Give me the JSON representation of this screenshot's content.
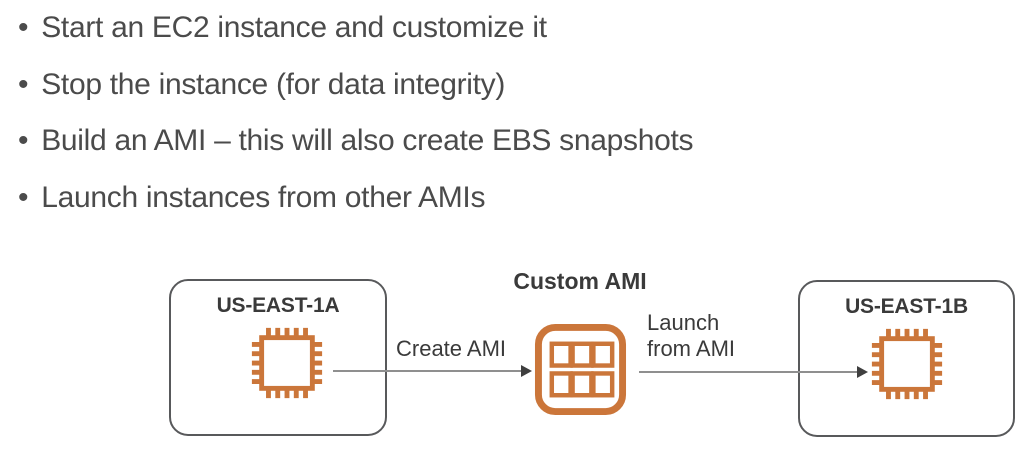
{
  "slide": {
    "bullets": [
      "Start an EC2 instance and customize it",
      "Stop the instance (for data integrity)",
      "Build an AMI – this will also create EBS snapshots",
      "Launch instances from other AMIs"
    ],
    "bullet_glyph": "•"
  },
  "diagram": {
    "source_box": {
      "label": "US-EAST-1A"
    },
    "target_box": {
      "label": "US-EAST-1B"
    },
    "ami": {
      "label": "Custom AMI"
    },
    "create_arrow": {
      "label": "Create AMI"
    },
    "launch_arrow": {
      "label_line1": "Launch",
      "label_line2": "from AMI"
    }
  },
  "colors": {
    "text": "#4B4B4B",
    "label_text": "#3A3A3A",
    "icon_orange": "#CB763A",
    "box_border": "#58595B",
    "arrow_line": "#8F8F8F",
    "arrow_head": "#3F3F3F",
    "background": "#FFFFFF"
  }
}
